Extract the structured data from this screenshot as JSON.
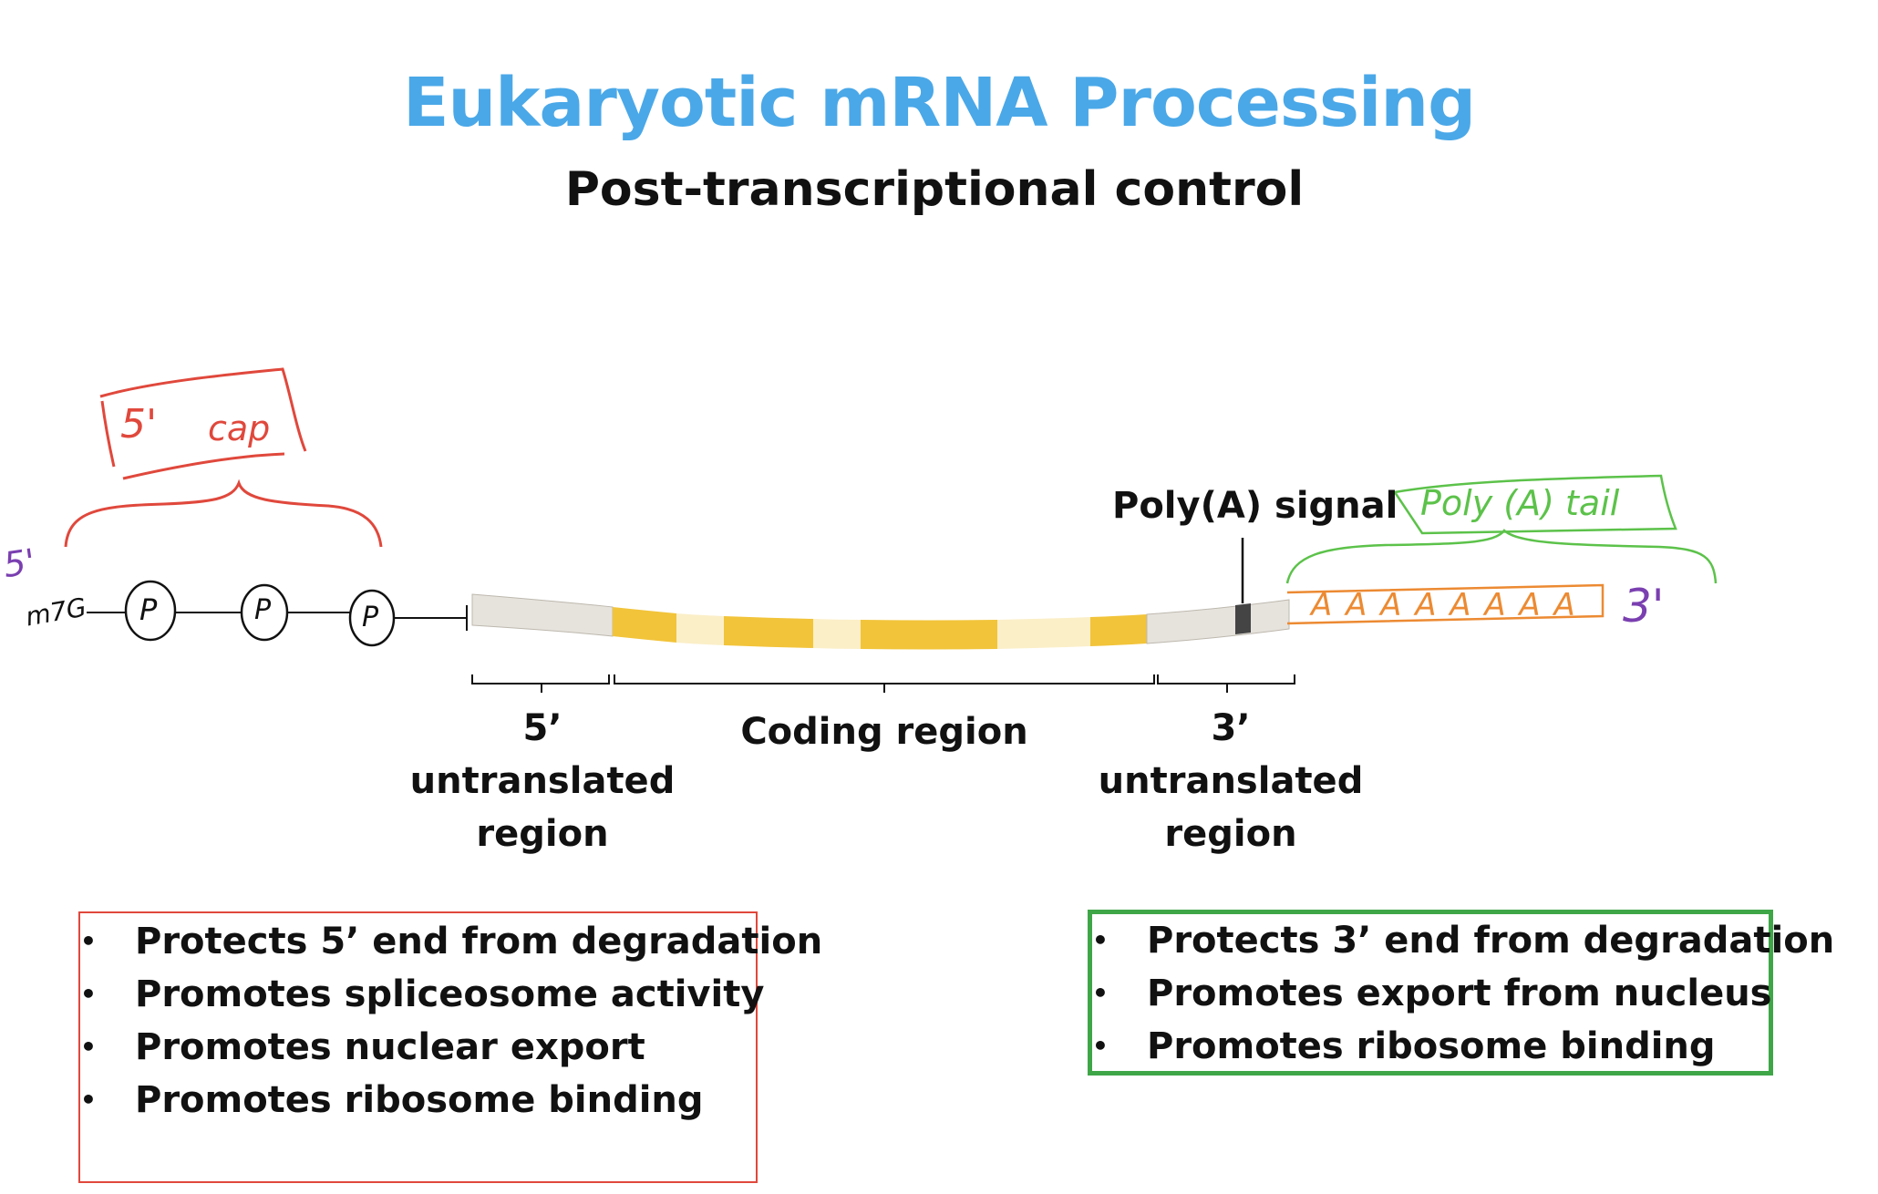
{
  "title": "Eukaryotic mRNA Processing",
  "subtitle": "Post-transcriptional control",
  "annotations": {
    "five_prime_left": "5'",
    "cap_label_num": "5'",
    "cap_label_word": "cap",
    "m7g": "m7G",
    "phosphate": "P",
    "poly_a_tail_label": "Poly (A) tail",
    "poly_a_tail_seq": "A A A A A A A A",
    "three_prime_end": "3'"
  },
  "diagram_labels": {
    "poly_a_signal": "Poly(A) signal",
    "utr5": "5’ untranslated region",
    "utr5_line1": "5’ untranslated",
    "utr5_line2": "region",
    "coding": "Coding region",
    "utr3_line1": "3’ untranslated",
    "utr3_line2": "region"
  },
  "cap_functions": [
    "Protects 5’ end from degradation",
    "Promotes spliceosome activity",
    "Promotes nuclear export",
    "Promotes ribosome binding"
  ],
  "tail_functions": [
    "Protects 3’ end from degradation",
    "Promotes export from nucleus",
    "Promotes ribosome binding"
  ],
  "colors": {
    "title": "#4aa8e8",
    "cap_annotation": "#e0483c",
    "tail_annotation": "#5cc24a",
    "poly_a_seq": "#ec8a32",
    "five_three_prime": "#7a3fb0",
    "coding_yellow": "#f2c43a",
    "intron_light": "#fbefc8",
    "utr_grey": "#e6e3dd",
    "signal_dark": "#444444"
  }
}
